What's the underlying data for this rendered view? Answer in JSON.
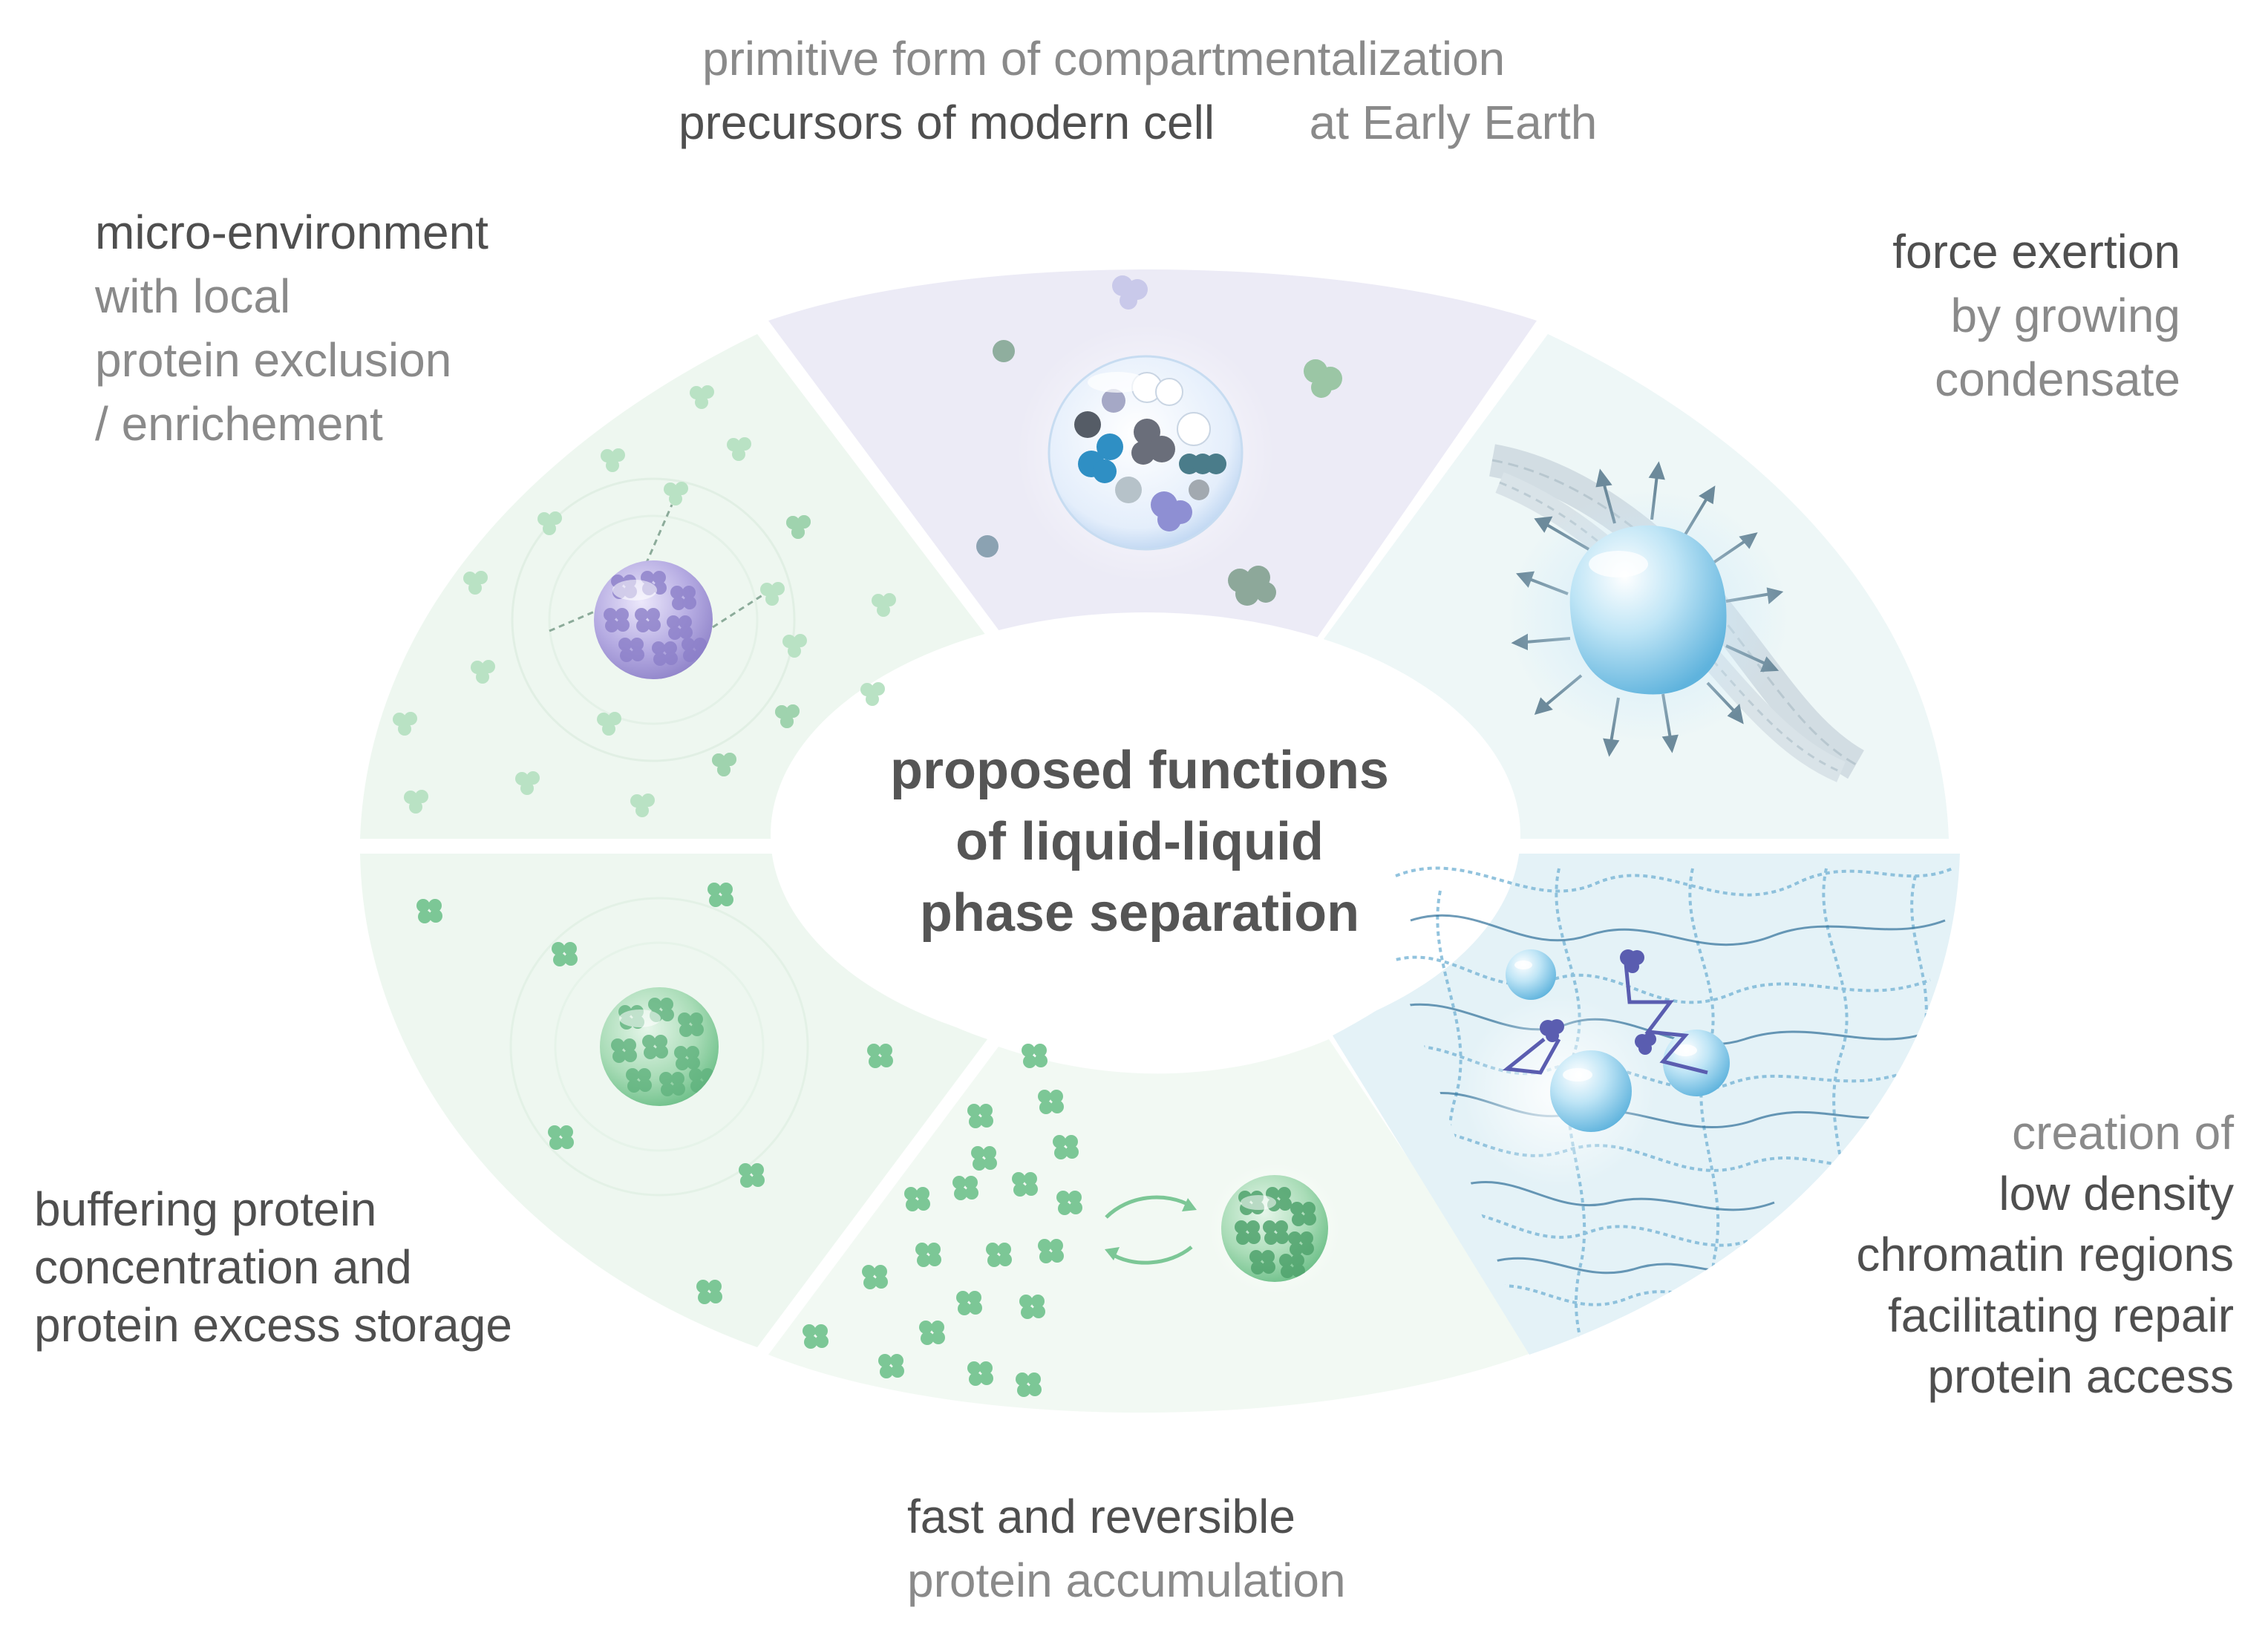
{
  "center": {
    "line1": "proposed functions",
    "line2": "of liquid-liquid",
    "line3": "phase separation"
  },
  "labels": {
    "top": {
      "line1": "primitive form of compartmentalization",
      "line2a": "precursors of modern cell",
      "line2b": "at Early Earth"
    },
    "top_left": {
      "line1": "micro-environment",
      "line2": "with local",
      "line3": "protein exclusion",
      "line4": "/ enrichement"
    },
    "top_right": {
      "line1": "force exertion",
      "line2": "by growing",
      "line3": "condensate"
    },
    "bottom_left": {
      "line1": "buffering protein",
      "line2": "concentration and",
      "line3": "protein excess storage"
    },
    "bottom": {
      "line1": "fast and reversible",
      "line2": "protein accumulation"
    },
    "bottom_right": {
      "line1": "creation of",
      "line2": "low density",
      "line3": "chromatin regions",
      "line4": "facilitating repair",
      "line5": "protein access"
    }
  },
  "colors": {
    "green_sector": "#eef7f0",
    "green_sector_light": "#f2f9f3",
    "purple_sector": "#ecebf6",
    "blue_sector": "#eef7f7",
    "chromatin_sector": "#e4f2f7",
    "protein_green": "#7cc796",
    "protein_green_dark": "#5fb27d",
    "droplet_purple": "#a99fd6",
    "droplet_blue": "#9fd3ee",
    "label_dark": "#4f4f4f",
    "label_light": "#8a8a8a"
  },
  "icons": [
    "green-protein-cluster-icon",
    "purple-droplet-icon",
    "protocell-droplet-icon",
    "blue-condensate-icon",
    "chromatin-fiber-icon",
    "green-droplet-icon",
    "reversible-arrows-icon"
  ]
}
